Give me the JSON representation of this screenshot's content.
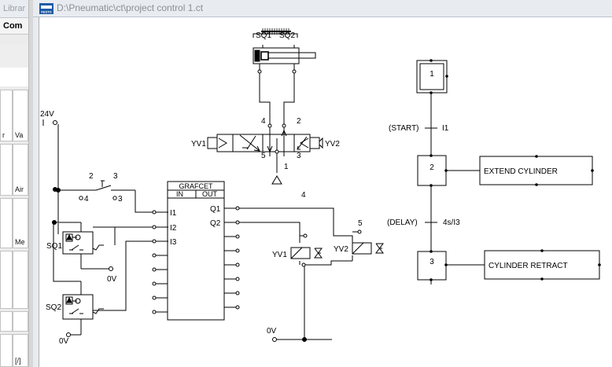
{
  "library_panel": {
    "title": "Librar",
    "tab_label": "Com",
    "tiles": [
      {
        "label": "r"
      },
      {
        "label": "Va"
      },
      {
        "label": "Air"
      },
      {
        "label": ""
      },
      {
        "label": "Me"
      },
      {
        "label": ""
      },
      {
        "label": "[/]"
      }
    ]
  },
  "circuit_window": {
    "logo": "FESTO",
    "title": "D:\\Pneumatic\\ct\\project control 1.ct"
  },
  "diagram": {
    "cylinder": {
      "sensor_left": "SQ1",
      "sensor_right": "SQ2"
    },
    "valve": {
      "port_4": "4",
      "port_2": "2",
      "port_5": "5",
      "port_3": "3",
      "port_1": "1",
      "solenoid_left": "YV1",
      "solenoid_right": "YV2"
    },
    "supply": {
      "voltage": "24V"
    },
    "start_switch": {
      "pin_2": "2",
      "pin_3": "3",
      "pin_4": "4",
      "pin_3b": "3"
    },
    "limit_switch_1": {
      "label": "SQ1",
      "ground": "0V"
    },
    "limit_switch_2": {
      "label": "SQ2",
      "ground": "0V"
    },
    "grafcet_block": {
      "title": "GRAFCET",
      "in_label": "IN",
      "out_label": "OUT",
      "inputs": [
        "I1",
        "I2",
        "I3"
      ],
      "outputs": [
        "Q1",
        "Q2"
      ]
    },
    "wire_markers": {
      "m4": "4",
      "m5": "5"
    },
    "coil_1": {
      "label": "YV1"
    },
    "coil_2": {
      "label": "YV2"
    },
    "ground_right": {
      "label": "0V"
    },
    "grafcet_chart": {
      "step_1": "1",
      "transition_1": {
        "label": "(START)",
        "condition": "I1"
      },
      "step_2": "2",
      "action_2": "EXTEND CYLINDER",
      "transition_2": {
        "label": "(DELAY)",
        "condition": "4s/I3"
      },
      "step_3": "3",
      "action_3": "CYLINDER RETRACT"
    }
  }
}
